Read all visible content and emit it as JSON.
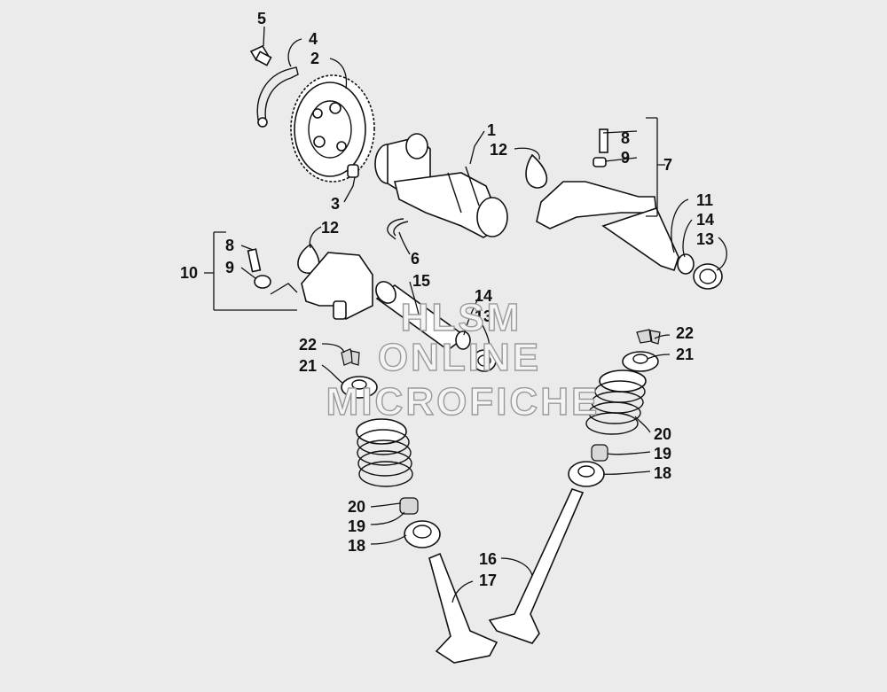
{
  "diagram": {
    "callouts": [
      "1",
      "2",
      "3",
      "4",
      "5",
      "6",
      "7",
      "8",
      "9",
      "10",
      "11",
      "12",
      "13",
      "14",
      "15",
      "16",
      "17",
      "18",
      "19",
      "20",
      "21",
      "22"
    ],
    "labels": {
      "l5": "5",
      "l4": "4",
      "l2": "2",
      "l1": "1",
      "l12a": "12",
      "l8a": "8",
      "l9a": "9",
      "l7": "7",
      "l3": "3",
      "l11": "11",
      "l14a": "14",
      "l13a": "13",
      "l12b": "12",
      "l6": "6",
      "l8b": "8",
      "l9b": "9",
      "l10": "10",
      "l15": "15",
      "l14b": "14",
      "l13b": "13",
      "l22a": "22",
      "l21a": "21",
      "l22b": "22",
      "l21b": "21",
      "l20a": "20",
      "l19a": "19",
      "l18a": "18",
      "l20b": "20",
      "l19b": "19",
      "l18b": "18",
      "l16": "16",
      "l17": "17"
    },
    "watermark": [
      "HLSM",
      "ONLINE",
      "MICROFICHE"
    ]
  },
  "colors": {
    "background": "#ebebeb",
    "line": "#111111",
    "watermark": "#9a9a9a"
  }
}
